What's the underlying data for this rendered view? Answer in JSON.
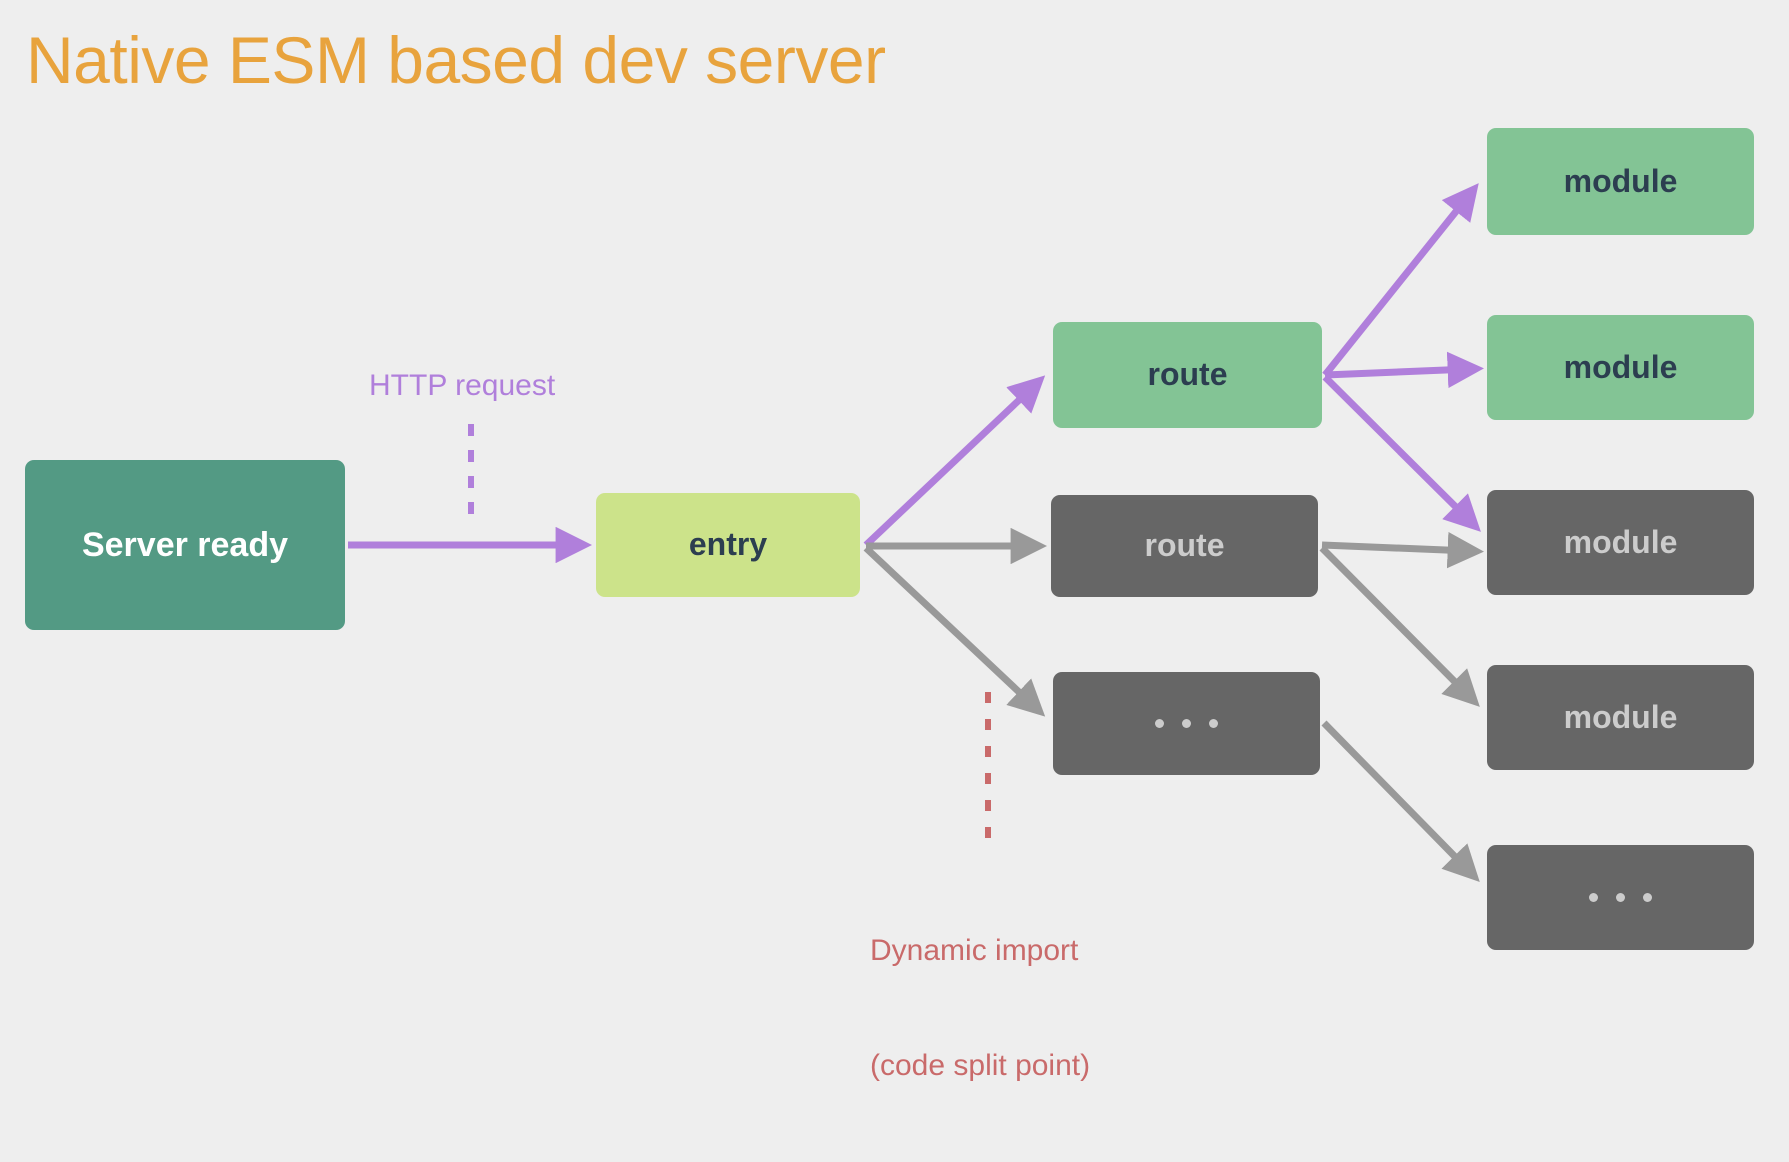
{
  "page": {
    "title": "Native ESM based dev server",
    "background_color": "#eeeeee",
    "title_color": "#e8a33d"
  },
  "palette": {
    "server_fill": "#539a84",
    "entry_fill": "#cce38a",
    "active_fill": "#83c495",
    "inactive_fill": "#666666",
    "http_arrow": "#b07fdb",
    "inactive_arrow": "#999999",
    "dynamic_marker": "#c96a6a",
    "dark_text": "#2c3e50",
    "light_text": "#cccccc"
  },
  "annotations": {
    "http_request": "HTTP request",
    "dynamic_import_line1": "Dynamic import",
    "dynamic_import_line2": "(code split point)"
  },
  "nodes": {
    "server": {
      "label": "Server ready",
      "state": "active"
    },
    "entry": {
      "label": "entry",
      "state": "active"
    },
    "route_active": {
      "label": "route",
      "state": "active"
    },
    "route_inactive": {
      "label": "route",
      "state": "inactive"
    },
    "route_more": {
      "label": "...",
      "state": "inactive"
    },
    "module_1": {
      "label": "module",
      "state": "active"
    },
    "module_2": {
      "label": "module",
      "state": "active"
    },
    "module_3": {
      "label": "module",
      "state": "inactive"
    },
    "module_4": {
      "label": "module",
      "state": "inactive"
    },
    "module_more": {
      "label": "...",
      "state": "inactive"
    }
  },
  "edges": [
    {
      "from": "server",
      "to": "entry",
      "kind": "http-request",
      "color": "#b07fdb"
    },
    {
      "from": "entry",
      "to": "route_active",
      "kind": "loaded",
      "color": "#b07fdb"
    },
    {
      "from": "entry",
      "to": "route_inactive",
      "kind": "not-loaded",
      "color": "#999999"
    },
    {
      "from": "entry",
      "to": "route_more",
      "kind": "not-loaded",
      "color": "#999999"
    },
    {
      "from": "route_active",
      "to": "module_1",
      "kind": "loaded",
      "color": "#b07fdb"
    },
    {
      "from": "route_active",
      "to": "module_2",
      "kind": "loaded",
      "color": "#b07fdb"
    },
    {
      "from": "route_active",
      "to": "module_3",
      "kind": "loaded",
      "color": "#b07fdb"
    },
    {
      "from": "route_inactive",
      "to": "module_3",
      "kind": "not-loaded",
      "color": "#999999"
    },
    {
      "from": "route_inactive",
      "to": "module_4",
      "kind": "not-loaded",
      "color": "#999999"
    },
    {
      "from": "route_more",
      "to": "module_more",
      "kind": "not-loaded",
      "color": "#999999"
    }
  ]
}
